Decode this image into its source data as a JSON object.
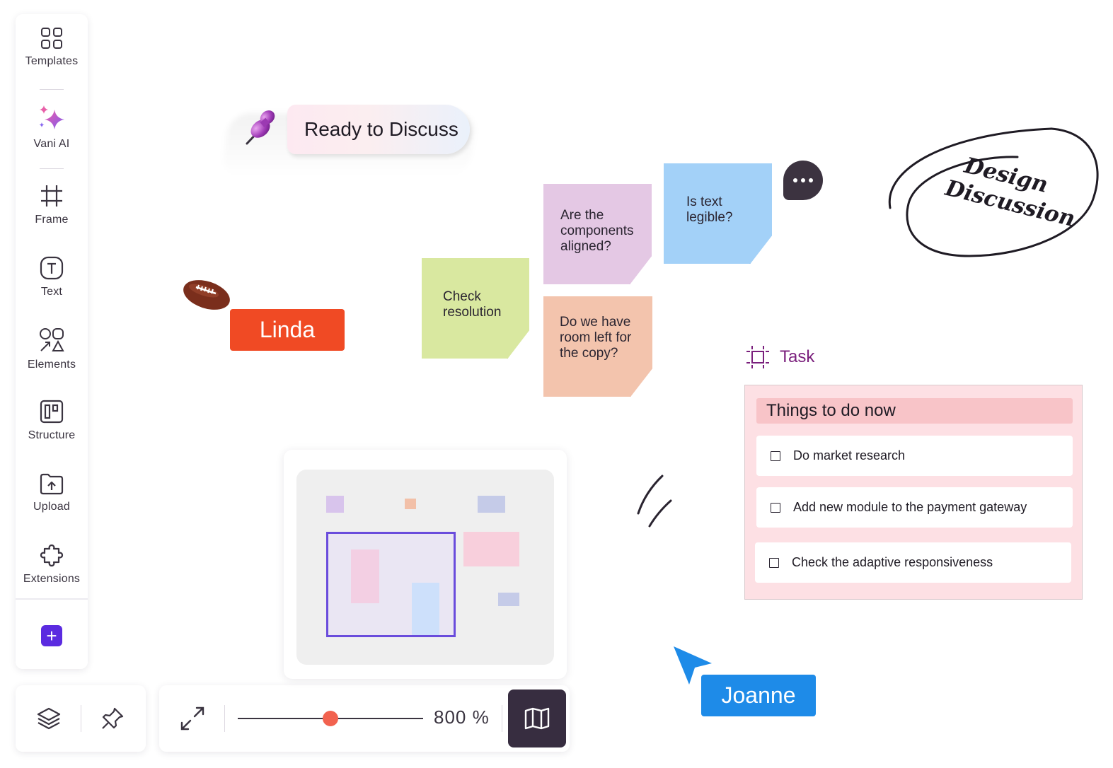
{
  "sidebar": {
    "items": [
      {
        "label": "Templates",
        "icon": "templates-icon"
      },
      {
        "label": "Vani AI",
        "icon": "sparkles-icon"
      },
      {
        "label": "Frame",
        "icon": "frame-hash-icon"
      },
      {
        "label": "Text",
        "icon": "text-t-icon"
      },
      {
        "label": "Elements",
        "icon": "shapes-icon"
      },
      {
        "label": "Structure",
        "icon": "structure-icon"
      },
      {
        "label": "Upload",
        "icon": "upload-folder-icon"
      },
      {
        "label": "Extensions",
        "icon": "puzzle-icon"
      }
    ],
    "add_label": "+"
  },
  "bottom_toolbar": {
    "layers_icon": "layers-icon",
    "pin_icon": "pin-icon",
    "fit_icon": "expand-arrows-icon",
    "zoom_label": "800 %",
    "zoom_slider_value": 0.5,
    "map_icon": "map-icon"
  },
  "canvas": {
    "ready_label": "Ready to Discuss",
    "linda_label": "Linda",
    "joanne_label": "Joanne",
    "design_line1": "Design",
    "design_line2": "Discussion",
    "stickies": [
      {
        "id": "check",
        "text": "Check resolution",
        "color": "#d9e8a0",
        "fold": "#a8b86a"
      },
      {
        "id": "components",
        "text": "Are the components aligned?",
        "color": "#e4c8e4",
        "fold": "#c091c4"
      },
      {
        "id": "legible",
        "text": "Is text legible?",
        "color": "#a3d1f8",
        "fold": "#6aa5d8"
      },
      {
        "id": "room",
        "text": "Do we have room left for the copy?",
        "color": "#f3c4ad",
        "fold": "#d48e6f"
      }
    ]
  },
  "task": {
    "header": "Task",
    "title": "Things to do now",
    "items": [
      "Do market research",
      "Add new module to the payment gateway",
      "Check the adaptive responsiveness"
    ]
  },
  "colors": {
    "accent_purple": "#5b2be0",
    "linda": "#f04a24",
    "joanne": "#1e8be8",
    "map_button": "#372d40"
  }
}
